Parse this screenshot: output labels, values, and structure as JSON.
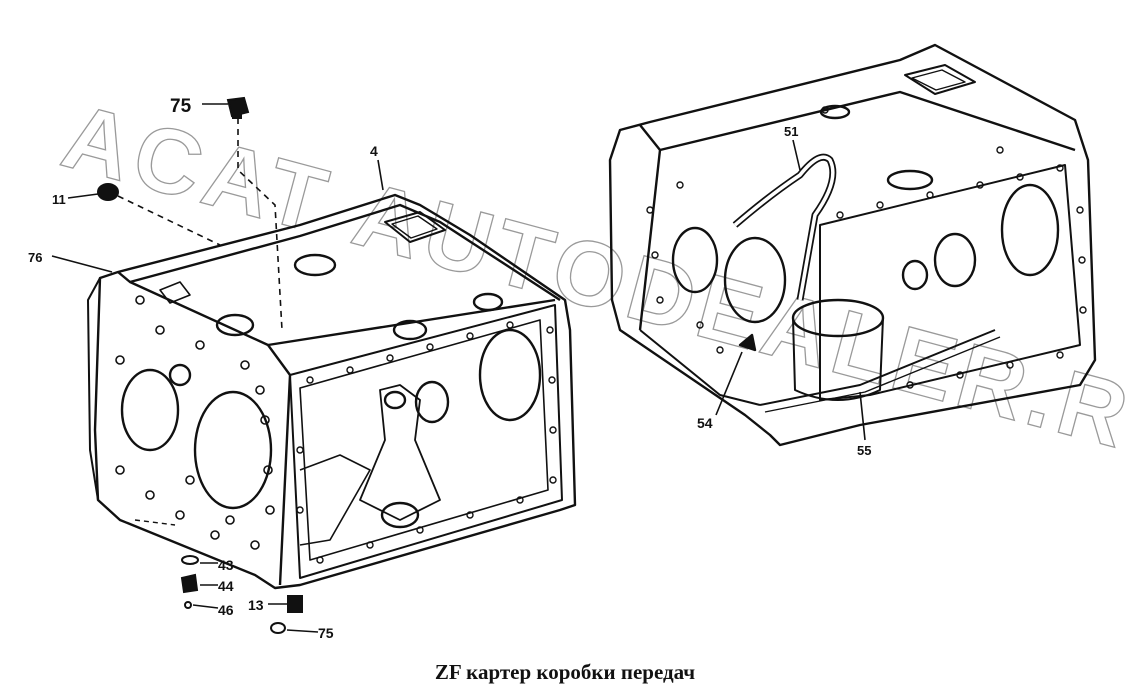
{
  "caption": "ZF картер коробки передач",
  "watermark": "ACAT AUTODEALER.RU",
  "labels": {
    "l75_top": "75",
    "l11": "11",
    "l4": "4",
    "l76": "76",
    "l43": "43",
    "l44": "44",
    "l46": "46",
    "l13": "13",
    "l75_bottom": "75",
    "l51": "51",
    "l54": "54",
    "l55": "55"
  },
  "colors": {
    "line": "#111111",
    "watermark": "#9a9a9a",
    "background": "#ffffff"
  }
}
